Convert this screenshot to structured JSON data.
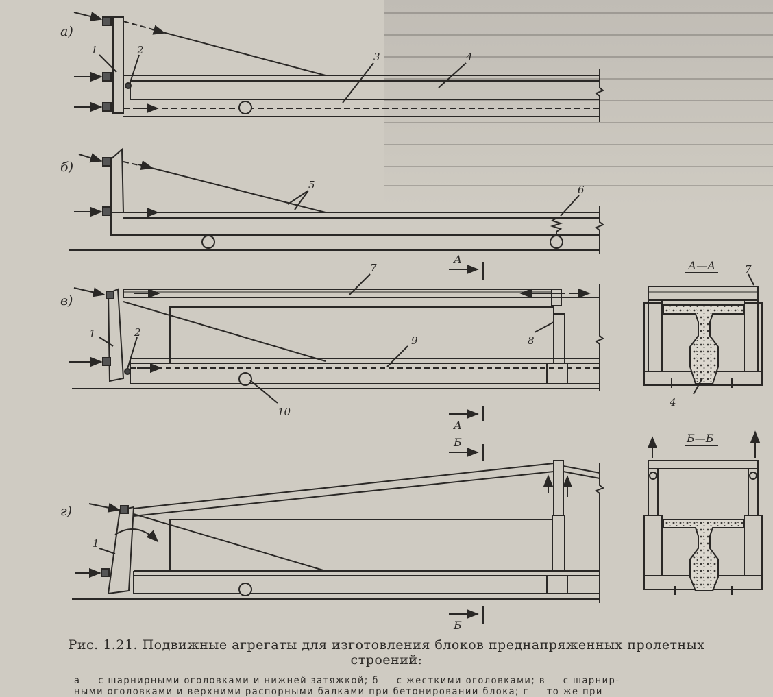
{
  "figure": {
    "caption_title_line1": "Рис. 1.21. Подвижные агрегаты для изготовления блоков преднапряженных пролетных",
    "caption_title_line2": "строений:",
    "caption_subtitle_line1": "а — с шарнирными оголовками и нижней затяжкой; б — с жесткими оголовками; в — с шарнир-",
    "caption_subtitle_line2": "ными оголовками и верхними распорными балками  при бетонировании  блока;  г — то же при"
  },
  "panels": {
    "a": "а)",
    "b": "б)",
    "v": "в)",
    "g": "г)"
  },
  "callouts": {
    "n1a": "1",
    "n2a": "2",
    "n3": "3",
    "n4a": "4",
    "n5": "5",
    "n6": "6",
    "n7": "7",
    "n1v": "1",
    "n2v": "2",
    "n8": "8",
    "n9": "9",
    "n10": "10",
    "n1g": "1",
    "n7s": "7",
    "n4s": "4"
  },
  "section_marks": {
    "A_top": "А",
    "A_bottom": "А",
    "B_top": "Б",
    "B_bottom": "Б"
  },
  "section_titles": {
    "AA": "А—А",
    "BB": "Б—Б"
  }
}
